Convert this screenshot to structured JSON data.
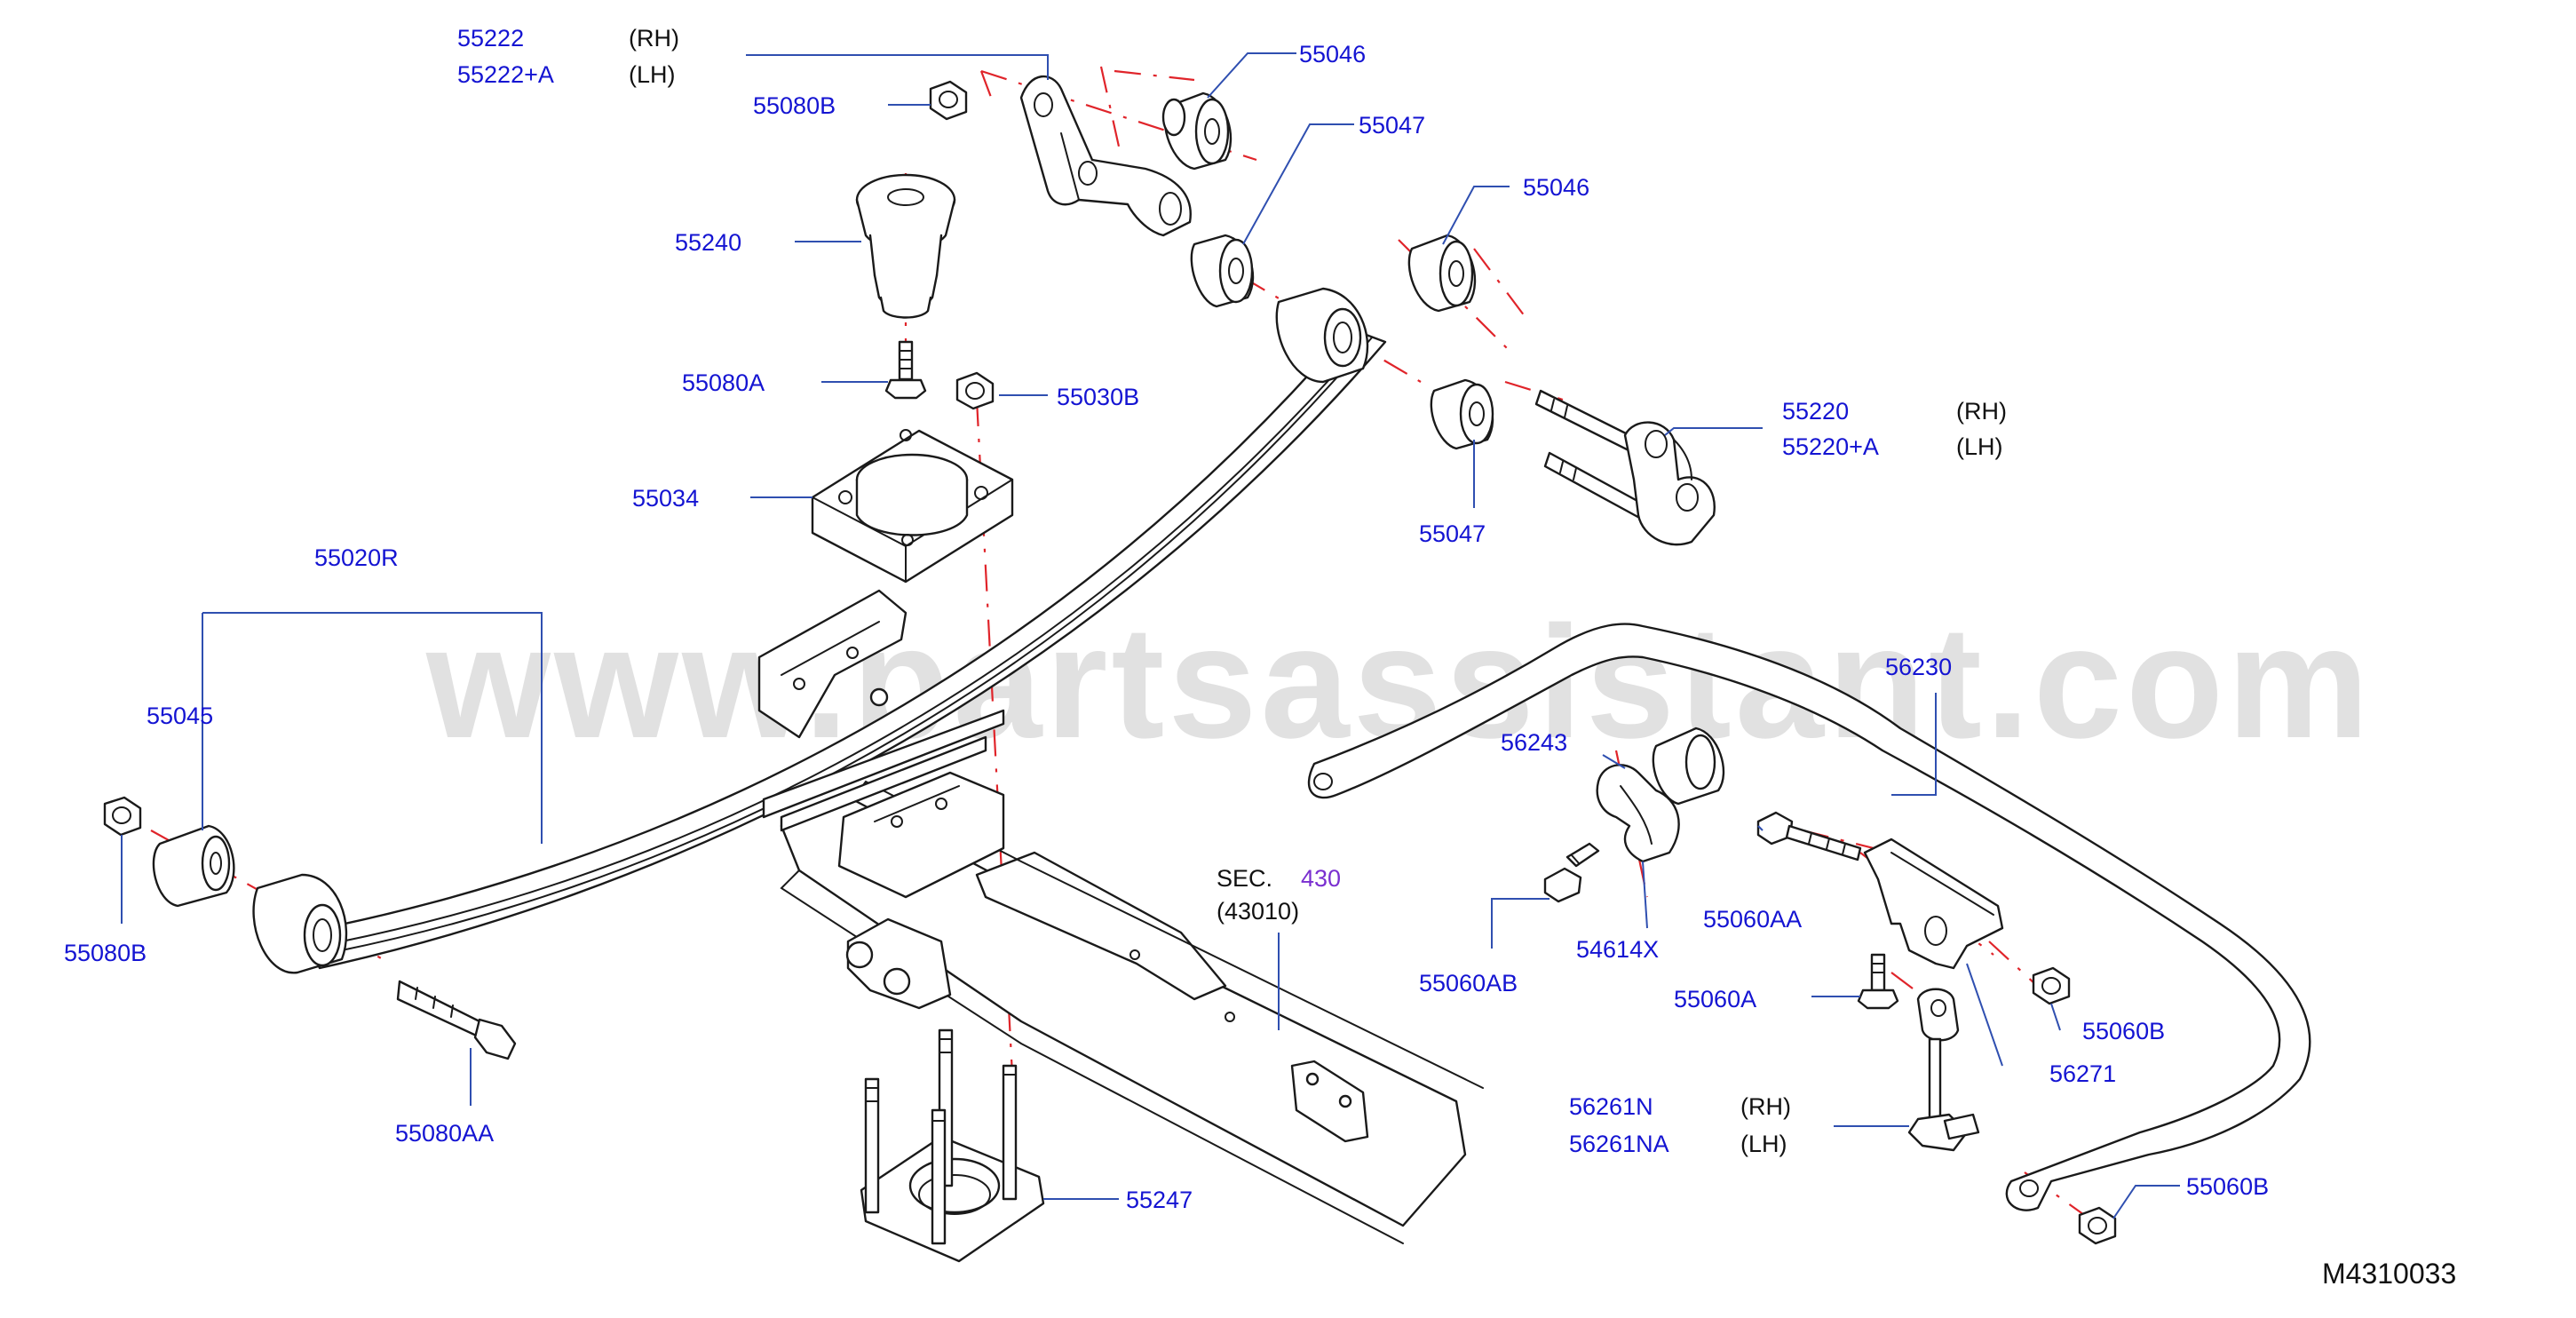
{
  "watermark": "www.partsassistant.com",
  "drawing_id": "M4310033",
  "section_ref": {
    "prefix": "SEC.",
    "number": "430",
    "sub": "(43010)"
  },
  "callouts": {
    "c55222": "55222",
    "c55222_side": "(RH)",
    "c55222a": "55222+A",
    "c55222a_side": "(LH)",
    "c55080b_top": "55080B",
    "c55046_top": "55046",
    "c55047_top": "55047",
    "c55240": "55240",
    "c55046_mid": "55046",
    "c55080a": "55080A",
    "c55030b": "55030B",
    "c55220": "55220",
    "c55220_side": "(RH)",
    "c55220a": "55220+A",
    "c55220a_side": "(LH)",
    "c55034": "55034",
    "c55047_mid": "55047",
    "c55020r": "55020R",
    "c55045": "55045",
    "c56230": "56230",
    "c56243": "56243",
    "c55080b_left": "55080B",
    "c55060aa": "55060AA",
    "c54614x": "54614X",
    "c55060ab": "55060AB",
    "c55060a": "55060A",
    "c55060b_mid": "55060B",
    "c55080aa": "55080AA",
    "c56271": "56271",
    "c56261n": "56261N",
    "c56261n_side": "(RH)",
    "c56261na": "56261NA",
    "c56261na_side": "(LH)",
    "c55247": "55247",
    "c55060b_low": "55060B"
  },
  "colors": {
    "label": "#1414d2",
    "leader": "#2f4fb0",
    "centerline": "#e0242a",
    "section_number": "#7a2fd0"
  }
}
